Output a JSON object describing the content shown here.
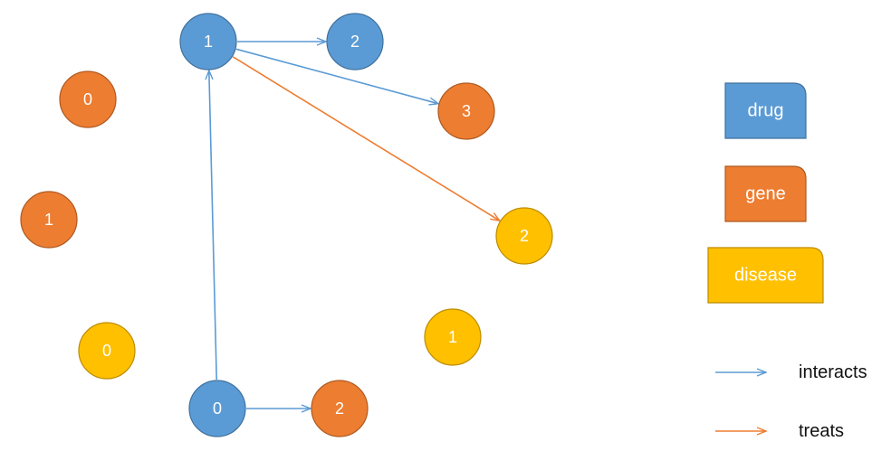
{
  "colors": {
    "drug": "#5b9bd5",
    "drug_stroke": "#41719c",
    "gene": "#ed7d31",
    "gene_stroke": "#ae5a21",
    "disease": "#ffc000",
    "disease_stroke": "#bc8c00",
    "interacts": "#5b9bd5",
    "treats": "#ed7d31"
  },
  "nodes": [
    {
      "id": "drug-1",
      "type": "drug",
      "label": "1"
    },
    {
      "id": "drug-2",
      "type": "drug",
      "label": "2"
    },
    {
      "id": "drug-0",
      "type": "drug",
      "label": "0"
    },
    {
      "id": "gene-0",
      "type": "gene",
      "label": "0"
    },
    {
      "id": "gene-1",
      "type": "gene",
      "label": "1"
    },
    {
      "id": "gene-3",
      "type": "gene",
      "label": "3"
    },
    {
      "id": "gene-2",
      "type": "gene",
      "label": "2"
    },
    {
      "id": "disease-2",
      "type": "disease",
      "label": "2"
    },
    {
      "id": "disease-0",
      "type": "disease",
      "label": "0"
    },
    {
      "id": "disease-1",
      "type": "disease",
      "label": "1"
    }
  ],
  "edges": [
    {
      "from": "drug-1",
      "to": "drug-2",
      "relation": "interacts"
    },
    {
      "from": "drug-1",
      "to": "gene-3",
      "relation": "interacts"
    },
    {
      "from": "drug-1",
      "to": "disease-2",
      "relation": "treats"
    },
    {
      "from": "drug-0",
      "to": "drug-1",
      "relation": "interacts"
    },
    {
      "from": "drug-0",
      "to": "gene-2",
      "relation": "interacts"
    }
  ],
  "legend": {
    "node_types": [
      {
        "type": "drug",
        "label": "drug"
      },
      {
        "type": "gene",
        "label": "gene"
      },
      {
        "type": "disease",
        "label": "disease"
      }
    ],
    "edge_types": [
      {
        "relation": "interacts",
        "label": "interacts"
      },
      {
        "relation": "treats",
        "label": "treats"
      }
    ]
  }
}
